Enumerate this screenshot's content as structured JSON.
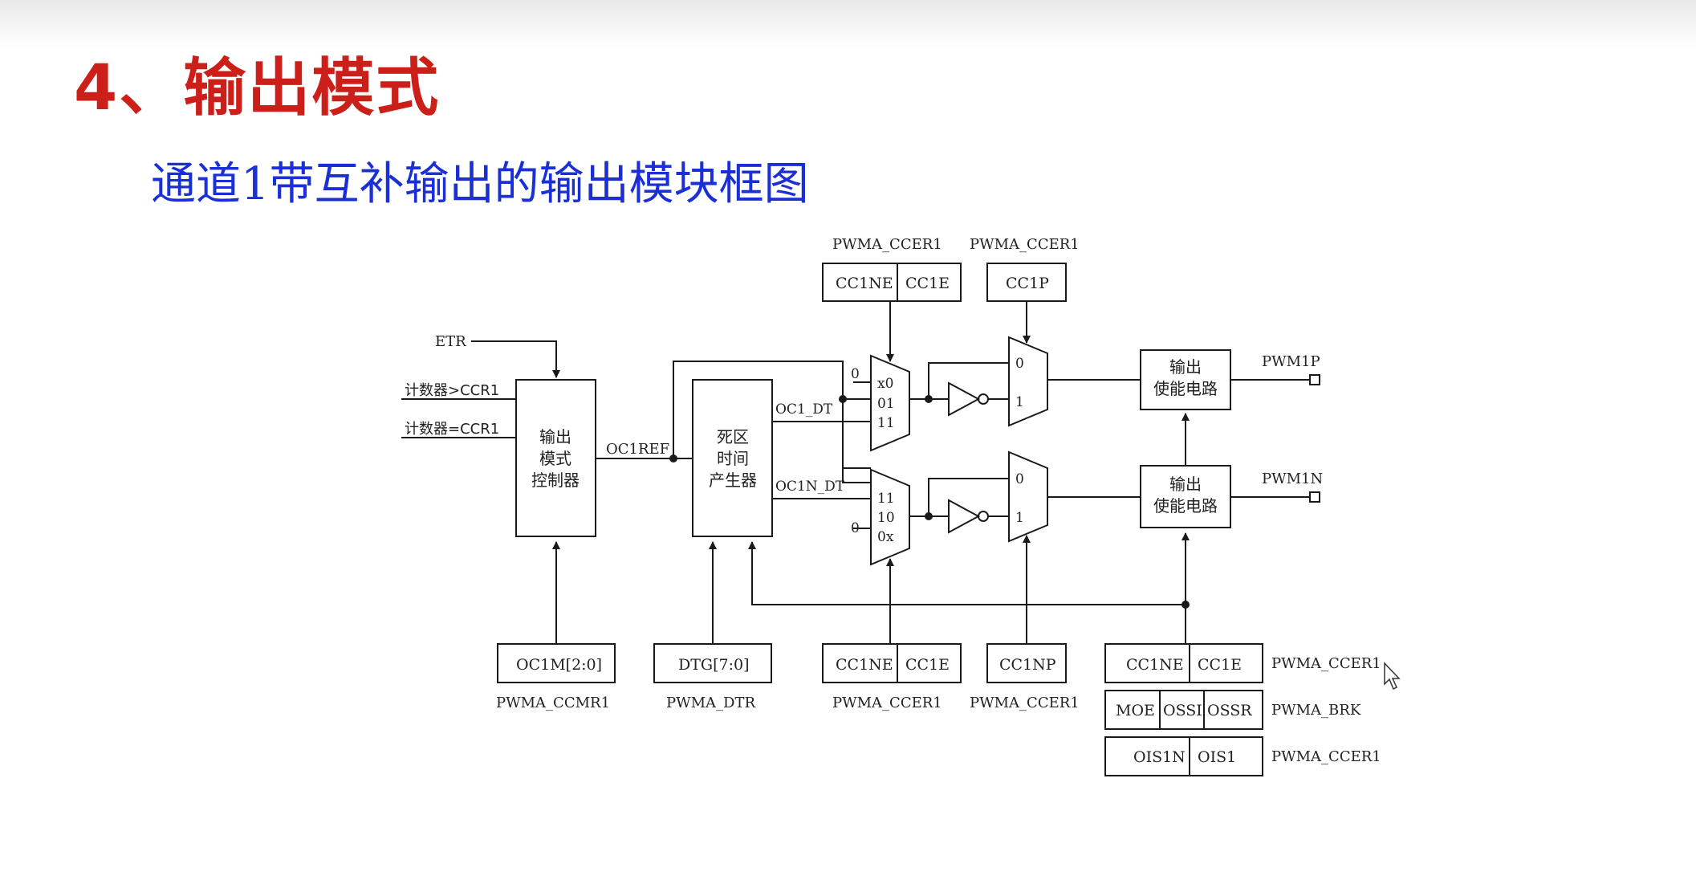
{
  "colors": {
    "title": "#cc1f1a",
    "subtitle": "#1a2fd6",
    "line": "#1a1a1a",
    "background": "#ffffff"
  },
  "title": "4、输出模式",
  "subtitle": "通道1带互补输出的输出模块框图",
  "inputs": {
    "etr": "ETR",
    "cnt_gt": "计数器>CCR1",
    "cnt_eq": "计数器=CCR1"
  },
  "blocks": {
    "output_mode_controller": [
      "输出",
      "模式",
      "控制器"
    ],
    "dead_time_generator": [
      "死区",
      "时间",
      "产生器"
    ],
    "enable_circuit": [
      "输出",
      "使能电路"
    ]
  },
  "signals": {
    "oc1ref": "OC1REF",
    "oc1_dt": "OC1_DT",
    "oc1n_dt": "OC1N_DT",
    "zero": "0",
    "one": "1"
  },
  "mux_inputs": {
    "top": [
      "x0",
      "01",
      "11"
    ],
    "bottom": [
      "11",
      "10",
      "0x"
    ]
  },
  "outputs": {
    "pwm1p": "PWM1P",
    "pwm1n": "PWM1N"
  },
  "registers": {
    "top_ccer_a": {
      "name": "PWMA_CCER1",
      "fields": [
        "CC1NE",
        "CC1E"
      ]
    },
    "top_ccer_b": {
      "name": "PWMA_CCER1",
      "fields": [
        "CC1P"
      ]
    },
    "ccmr": {
      "name": "PWMA_CCMR1",
      "fields": [
        "OC1M[2:0]"
      ]
    },
    "dtr": {
      "name": "PWMA_DTR",
      "fields": [
        "DTG[7:0]"
      ]
    },
    "bot_ccer_a": {
      "name": "PWMA_CCER1",
      "fields": [
        "CC1NE",
        "CC1E"
      ]
    },
    "bot_ccer_b": {
      "name": "PWMA_CCER1",
      "fields": [
        "CC1NP"
      ]
    },
    "right_ccer": {
      "name": "PWMA_CCER1",
      "fields": [
        "CC1NE",
        "CC1E"
      ]
    },
    "brk": {
      "name": "PWMA_BRK",
      "fields": [
        "MOE",
        "OSSI",
        "OSSR"
      ]
    },
    "right_ccer2": {
      "name": "PWMA_CCER1",
      "fields": [
        "OIS1N",
        "OIS1"
      ]
    }
  }
}
